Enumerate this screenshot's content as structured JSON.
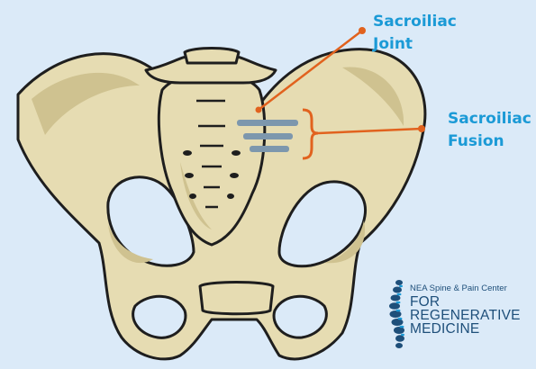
{
  "labels": {
    "sacroiliac_joint": {
      "line1": "Sacroiliac",
      "line2": "Joint"
    },
    "sacroiliac_fusion": {
      "line1": "Sacroiliac",
      "line2": "Fusion"
    }
  },
  "logo": {
    "small": "NEA Spine & Pain Center",
    "line1": "FOR",
    "line2": "REGENERATIVE",
    "line3": "MEDICINE"
  },
  "colors": {
    "background": "#dbeaf8",
    "bone": "#e6dcb2",
    "bone_shade": "#cfc290",
    "outline": "#1e1e1e",
    "pointer": "#e1621e",
    "implant": "#7d97ad",
    "label_text": "#1b9ad6",
    "logo_text": "#1e4f7a"
  }
}
